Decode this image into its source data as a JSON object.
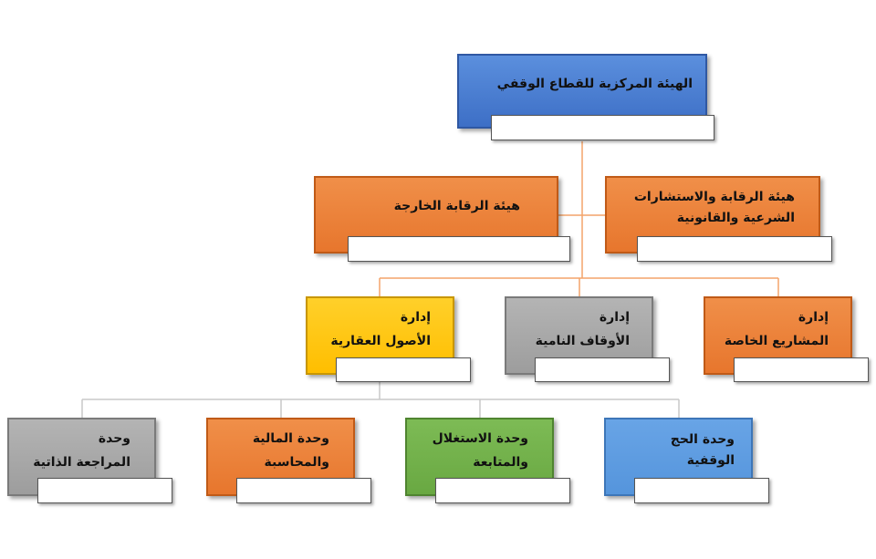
{
  "colors": {
    "blue": "#4472C4",
    "orange": "#ED7D31",
    "gold": "#FFC000",
    "gray": "#A5A5A5",
    "green": "#70AD47",
    "light_blue": "#5B9BD5",
    "connector_orange": "#F4A460",
    "connector_gray": "#BFBFBF"
  },
  "nodes": {
    "root": "الهيئة المركزية للقطاع الوقفي",
    "external_audit": "هيئة الرقابة الخارجة",
    "legal_supervision": "هيئة الرقابة والاستشارات\nالشرعية والقانونية",
    "dept_real_estate": "إدارة\nالأصول العقارية",
    "dept_growing_awqaf": "إدارة\nالأوقاف النامية",
    "dept_private_projects": "إدارة\nالمشاريع الخاصة",
    "unit_internal_audit": "وحدة\nالمراجعة الذاتية",
    "unit_finance": "وحدة المالية\nوالمحاسبة",
    "unit_investment": "وحدة الاستغلال\nوالمتابعة",
    "unit_hajj": "وحدة الحج الوقفية"
  }
}
